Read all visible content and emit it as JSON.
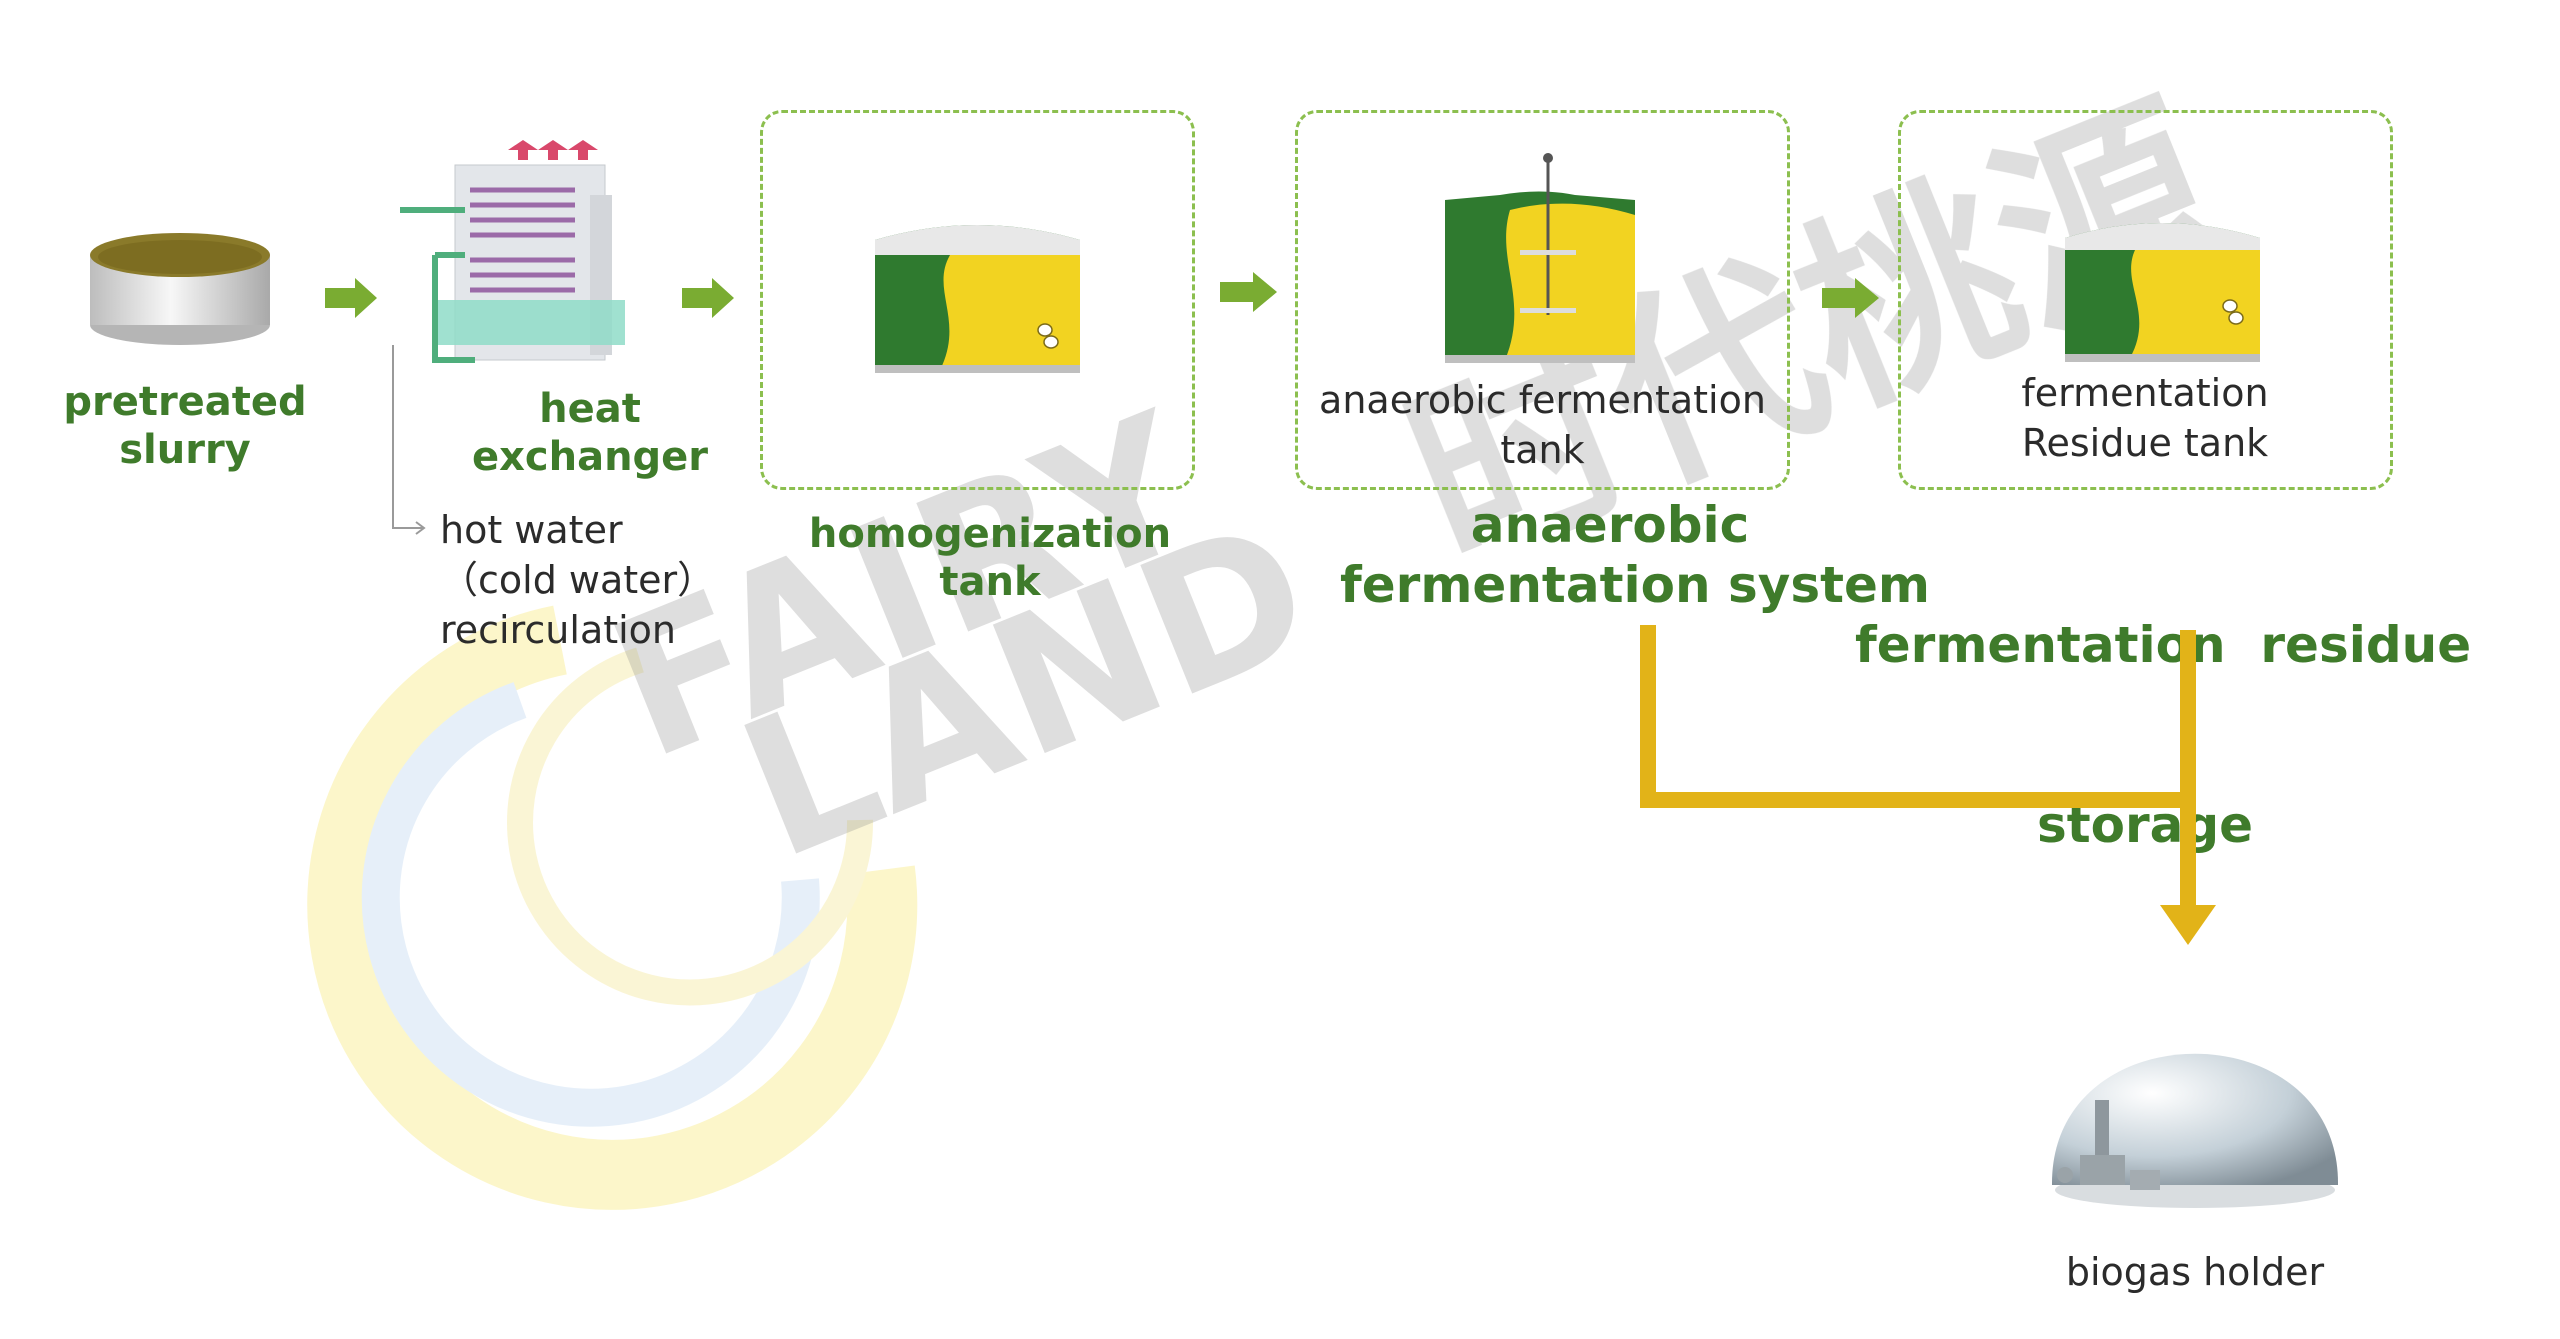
{
  "colors": {
    "label_green": "#3f7b2b",
    "flow_arrow_green": "#7aac32",
    "dashed_border": "#8cbf4f",
    "gas_pipe_yellow": "#e2b318",
    "tank_green": "#2f7a2f",
    "slurry_yellow": "#f2d321"
  },
  "nodes": {
    "pretreated_slurry": {
      "title_line1": "pretreated",
      "title_line2": "slurry"
    },
    "heat_exchanger": {
      "title_line1": "heat",
      "title_line2": "exchanger",
      "note_line1": "hot water",
      "note_line2": "（cold water）",
      "note_line3": "recirculation"
    },
    "homogenization_tank": {
      "title_line1": "homogenization",
      "title_line2": "tank"
    },
    "anaerobic_fermentation": {
      "inner_line1": "anaerobic fermentation",
      "inner_line2": "tank",
      "title_line1": "anaerobic",
      "title_line2": "fermentation system"
    },
    "residue_storage": {
      "inner_line1": "fermentation",
      "inner_line2": "Residue tank",
      "title_line1": "fermentation  residue",
      "title_line2": "storage"
    },
    "biogas_holder": {
      "title": "biogas holder"
    }
  },
  "watermark": {
    "latin_line1": "FAIRY",
    "latin_line2": "LAND",
    "chinese": "时代桃源"
  }
}
